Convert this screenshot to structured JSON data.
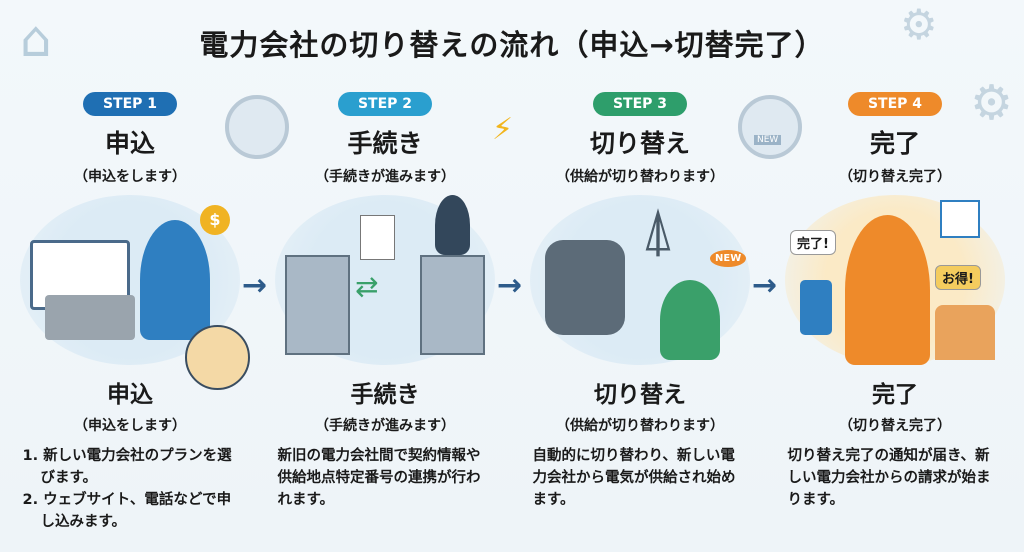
{
  "title": "電力会社の切り替えの流れ（申込→切替完了）",
  "steps": [
    {
      "badge": "STEP 1",
      "color": "#1f6fb3",
      "heading": "申込",
      "subtitle": "（申込をします）",
      "items": [
        "1. 新しい電力会社のプランを選びます。",
        "2. ウェブサイト、電話などで申し込みます。"
      ]
    },
    {
      "badge": "STEP 2",
      "color": "#2a9fcf",
      "heading": "手続き",
      "subtitle": "（手続きが進みます）",
      "body": "新旧の電力会社間で契約情報や供給地点特定番号の連携が行われます。"
    },
    {
      "badge": "STEP 3",
      "color": "#2e9e6b",
      "heading": "切り替え",
      "subtitle": "（供給が切り替わります）",
      "body": "自動的に切り替わり、新しい電力会社から電気が供給され始めます。"
    },
    {
      "badge": "STEP 4",
      "color": "#ee8a2a",
      "heading": "完了",
      "subtitle": "（切り替え完了）",
      "body": "切り替え完了の通知が届き、新しい電力会社からの請求が始まります。"
    }
  ],
  "illustration_labels": {
    "new": "NEW",
    "done": "完了!",
    "deal": "お得!"
  }
}
